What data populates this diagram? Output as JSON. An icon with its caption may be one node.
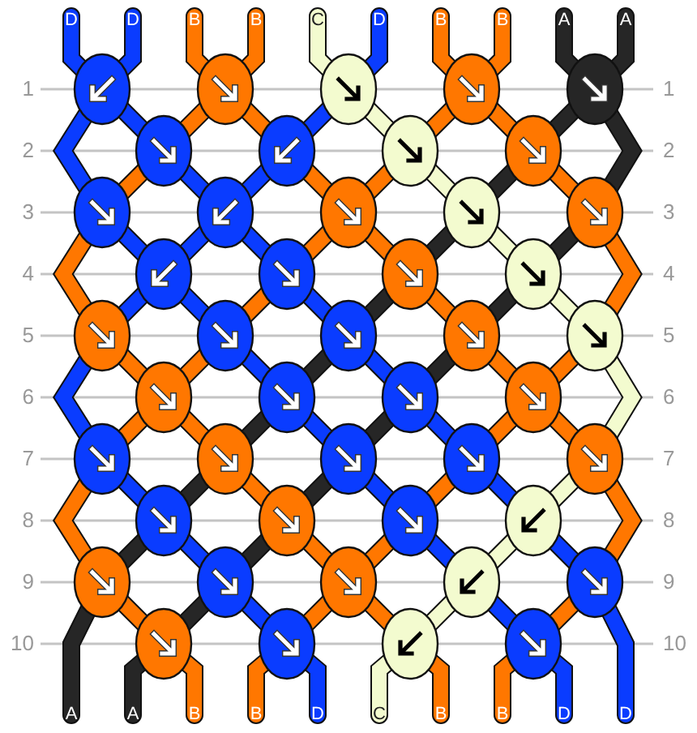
{
  "diagram": {
    "labels": [
      "D",
      "D",
      "B",
      "B",
      "C",
      "D",
      "B",
      "B",
      "A",
      "A",
      "1",
      "1",
      "2",
      "2",
      "3",
      "3",
      "4",
      "4",
      "5",
      "5",
      "6",
      "6",
      "7",
      "7",
      "8",
      "8",
      "9",
      "9",
      "10",
      "10",
      "A",
      "A",
      "B",
      "B",
      "D",
      "C",
      "B",
      "B",
      "D",
      "D"
    ]
  }
}
